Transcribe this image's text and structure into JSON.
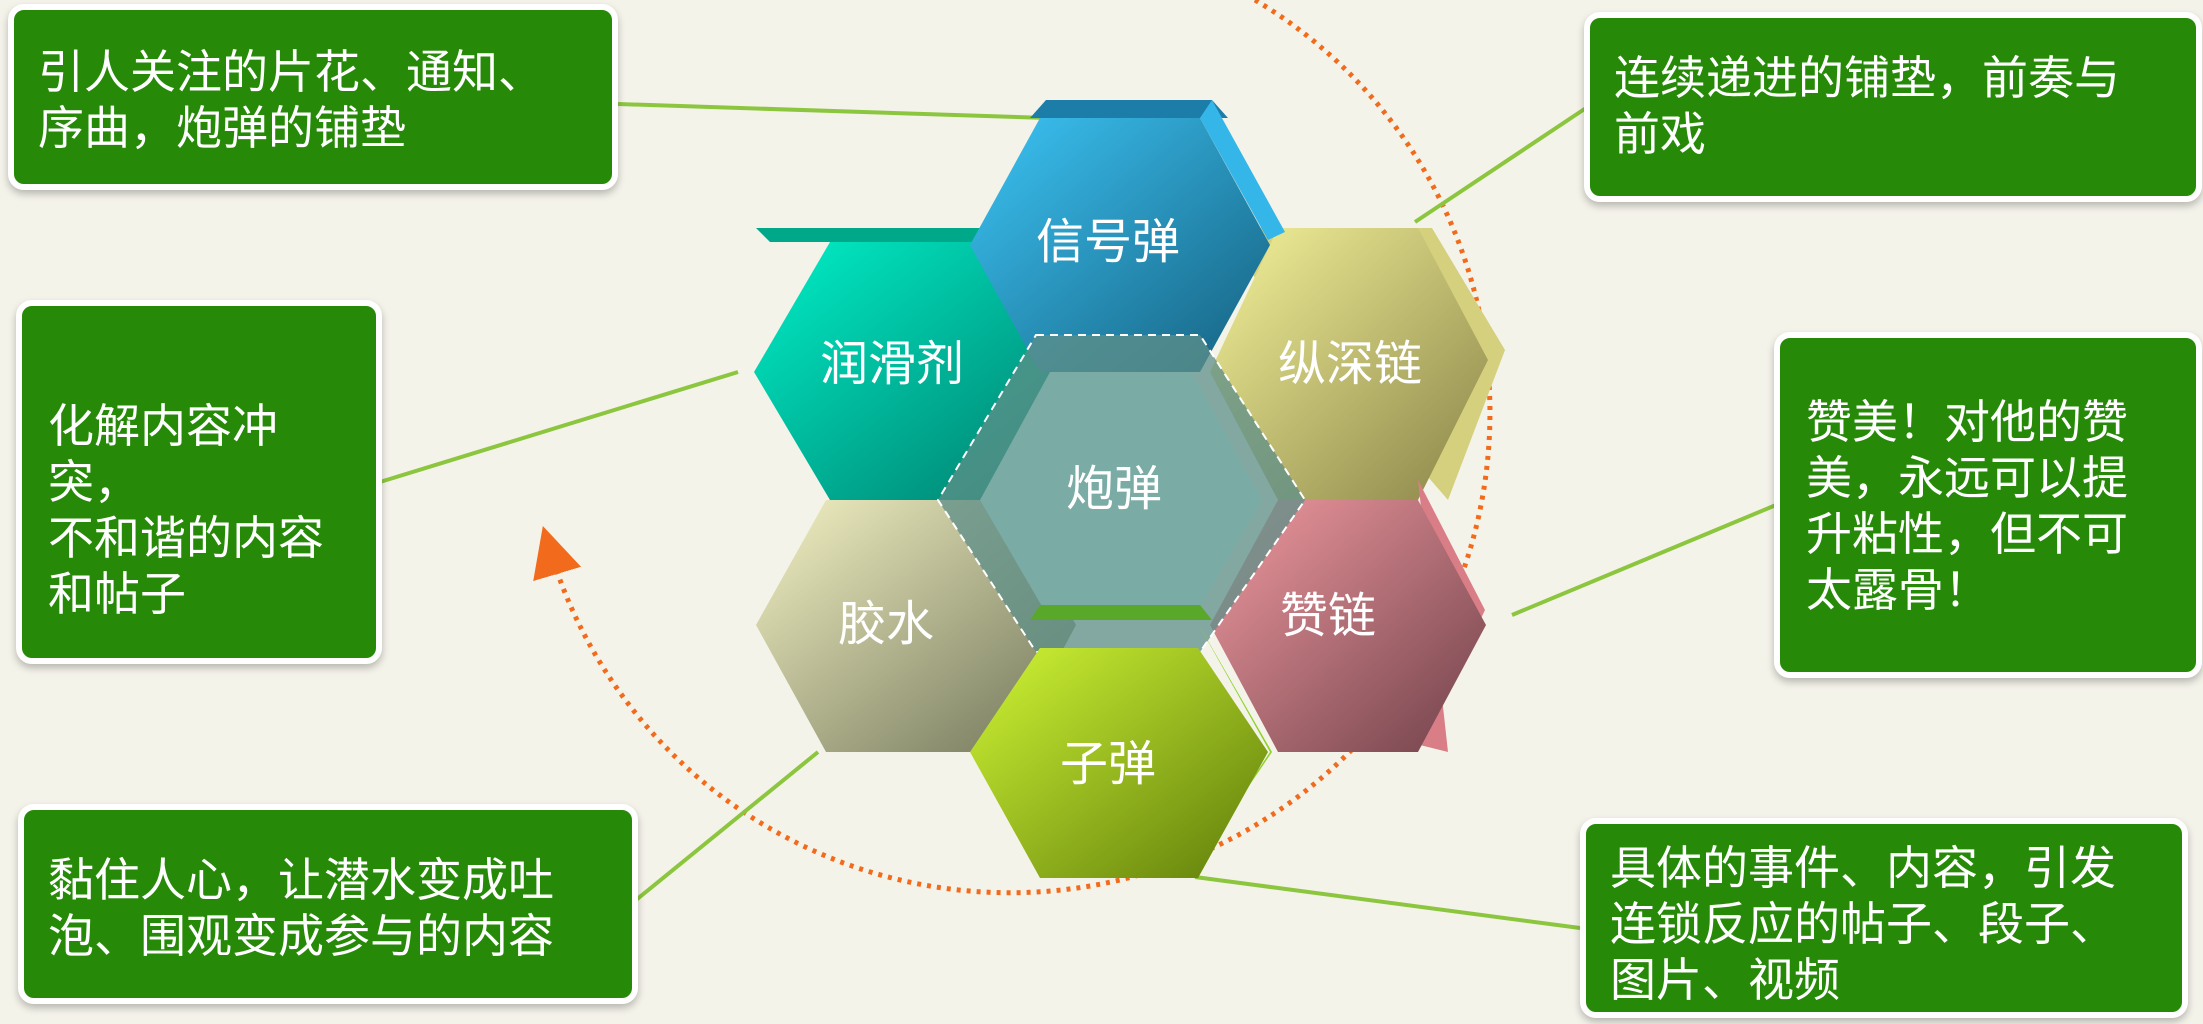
{
  "hexagons": {
    "top": "信号弹",
    "upper_left": "润滑剂",
    "upper_right": "纵深链",
    "center": "炮弹",
    "lower_left": "胶水",
    "lower_right": "赞链",
    "bottom": "子弹"
  },
  "callouts": {
    "top_left": "引人关注的片花、通知、\n序曲，炮弹的铺垫",
    "middle_left": "化解内容冲突，\n不和谐的内容\n和帖子",
    "bottom_left": "黏住人心，让潜水变成吐\n泡、围观变成参与的内容",
    "top_right": "连续递进的铺垫，前奏与\n前戏",
    "middle_right": "赞美！对他的赞\n美，永远可以提\n升粘性，但不可\n太露骨！",
    "bottom_right": "具体的事件、内容，引发\n连锁反应的帖子、段子、\n图片、视频"
  },
  "colors": {
    "callout_fill": "#268a08",
    "connector": "#8cc63f",
    "cycle_arrow": "#f26b1d",
    "hex_top": "#2a9fd6",
    "hex_upper_left": "#00b894",
    "hex_upper_right": "#b8b56a",
    "hex_center": "#7aaba5",
    "hex_lower_left": "#b5b392",
    "hex_lower_right": "#b0616a",
    "hex_bottom": "#8fb51c"
  }
}
